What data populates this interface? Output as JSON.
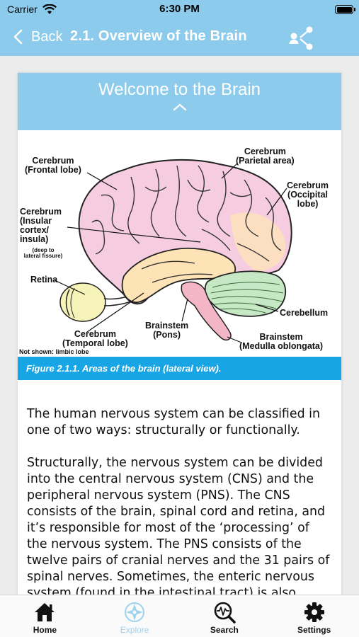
{
  "status": {
    "carrier": "Carrier",
    "time": "6:30 PM"
  },
  "nav": {
    "back_label": "Back",
    "title": "2.1. Overview of the Brain",
    "share_icon": "share-icon"
  },
  "card": {
    "title": "Welcome to the Brain",
    "collapse_icon": "chevron-up-icon",
    "figure": {
      "labels": {
        "frontal": "Cerebrum\n(Frontal lobe)",
        "parietal": "Cerebrum\n(Parietal area)",
        "occipital": "Cerebrum\n(Occipital\nlobe)",
        "insular": "Cerebrum\n(Insular\ncortex/\ninsula)",
        "insular_note": "(deep to\nlateral fissure)",
        "retina": "Retina",
        "cerebellum": "Cerebellum",
        "temporal": "Cerebrum\n(Temporal lobe)",
        "pons": "Brainstem\n(Pons)",
        "medulla": "Brainstem\n(Medulla oblongata)",
        "not_shown": "Not shown: limbic lobe"
      },
      "caption": "Figure 2.1.1. Areas of the brain (lateral view)."
    },
    "paragraphs": [
      "The human nervous system can be classified in one of two ways: structurally or functionally.",
      "Structurally, the nervous system can be divided into the central nervous system (CNS) and the peripheral nervous system (PNS). The CNS consists of the brain, spinal cord and retina, and it’s responsible for most of the ‘processing’ of the nervous system. The PNS consists of the twelve pairs of cranial nerves and the 31 pairs of spinal nerves. Sometimes, the enteric nervous system (found in the intestinal tract) is also considered part of the PNS."
    ]
  },
  "tabs": [
    {
      "label": "Home",
      "icon": "home-icon",
      "active": false
    },
    {
      "label": "Explore",
      "icon": "compass-icon",
      "active": true
    },
    {
      "label": "Search",
      "icon": "search-icon",
      "active": false
    },
    {
      "label": "Settings",
      "icon": "gear-icon",
      "active": false
    }
  ],
  "colors": {
    "nav_bg": "#8ccbec",
    "caption_bg": "#17a5e6",
    "active_tab": "#9fd2ee"
  }
}
